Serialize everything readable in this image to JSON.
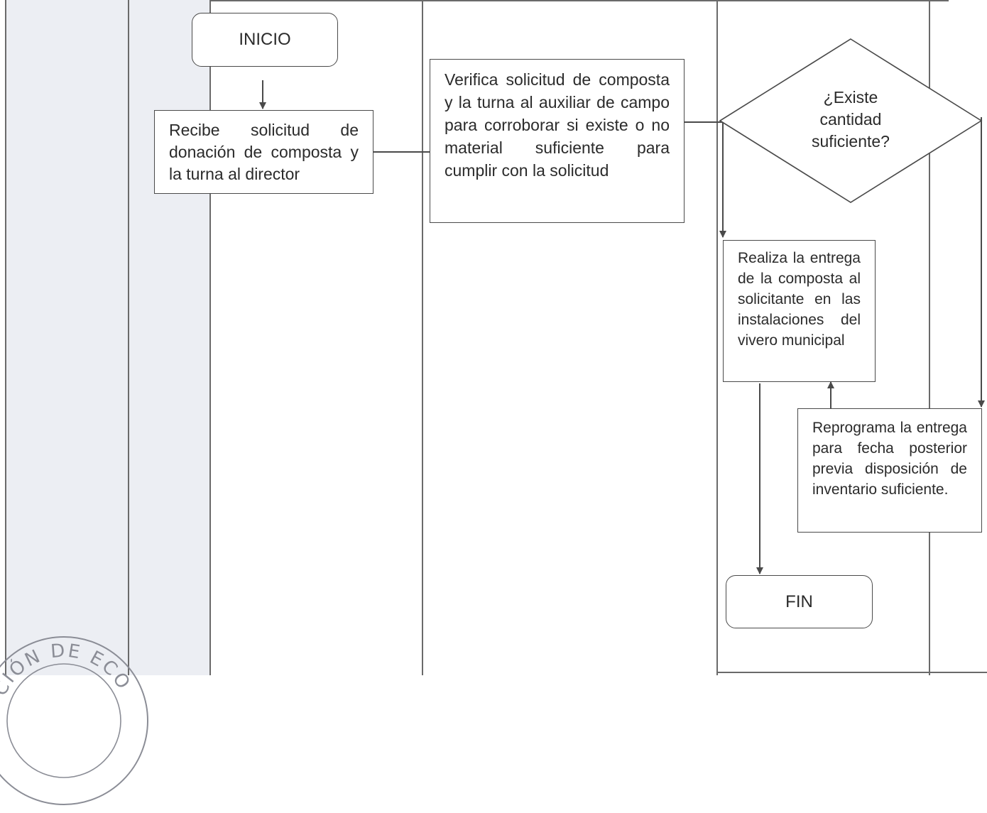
{
  "flowchart": {
    "start": "INICIO",
    "receive": "Recibe solicitud de donación de composta y la turna al director",
    "verify": "Verifica solicitud de composta y la turna al auxiliar de campo para corroborar si existe o no material suficiente para cumplir con la solicitud",
    "decision": "¿Existe cantidad suficiente?",
    "deliver": "Realiza la entrega de la composta al solicitante en las instalaciones del vivero municipal",
    "reschedule": "Reprograma la entrega para fecha posterior previa disposición de inventario suficiente.",
    "end": "FIN"
  },
  "seal": {
    "text": "CIÓN DE ECO"
  }
}
